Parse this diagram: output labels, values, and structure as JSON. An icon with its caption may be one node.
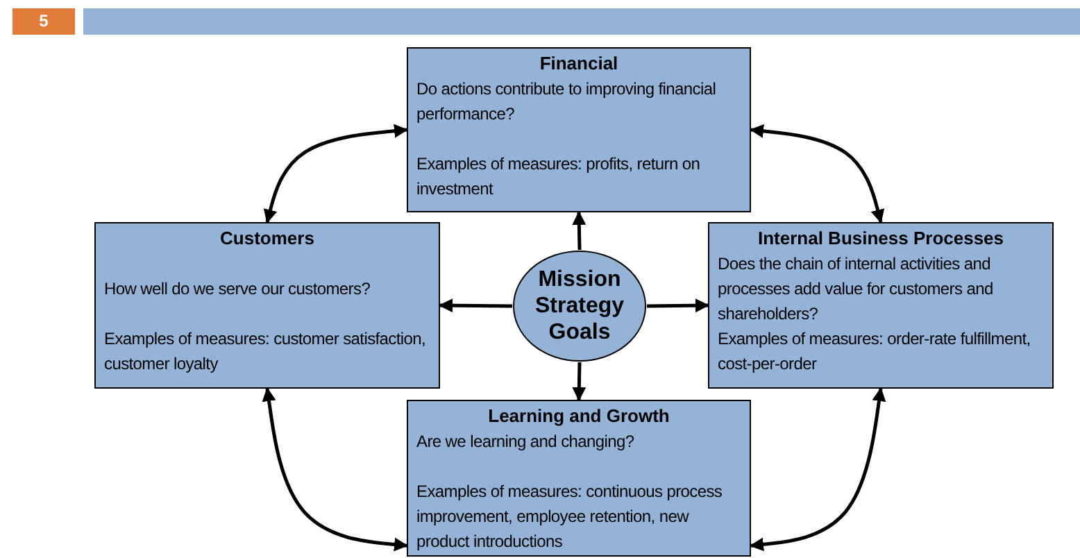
{
  "diagram": {
    "nodes": [
      {
        "text": [
          "Financial",
          "Do actions contribute to improving financial performance?",
          "Examples of measures: profits, return on investment"
        ]
      },
      {
        "text": [
          "Customers",
          "How well do we serve our customers?",
          "Examples of measures: customer satisfaction, customer loyalty"
        ]
      },
      {
        "text": [
          "Mission Strategy Goals"
        ]
      },
      {
        "text": [
          "Internal Business Processes",
          "Does the chain of internal activities and processes add value for customers and shareholders?",
          "Examples of measures: order-rate fulfillment, cost-per-order"
        ]
      },
      {
        "text": [
          "Learning and Growth",
          "Are we learning and changing?",
          "Examples of measures: continuous process improvement, employee retention, new product introductions"
        ]
      }
    ],
    "edges": [
      {
        "from": 2,
        "to": 0,
        "arrow": "to"
      },
      {
        "from": 2,
        "to": 1,
        "arrow": "to"
      },
      {
        "from": 2,
        "to": 3,
        "arrow": "to"
      },
      {
        "from": 2,
        "to": 4,
        "arrow": "to"
      },
      {
        "from": 0,
        "to": 1,
        "arrow": "both"
      },
      {
        "from": 0,
        "to": 3,
        "arrow": "both"
      },
      {
        "from": 1,
        "to": 4,
        "arrow": "both"
      },
      {
        "from": 3,
        "to": 4,
        "arrow": "both"
      }
    ],
    "labels": [
      "5"
    ]
  }
}
